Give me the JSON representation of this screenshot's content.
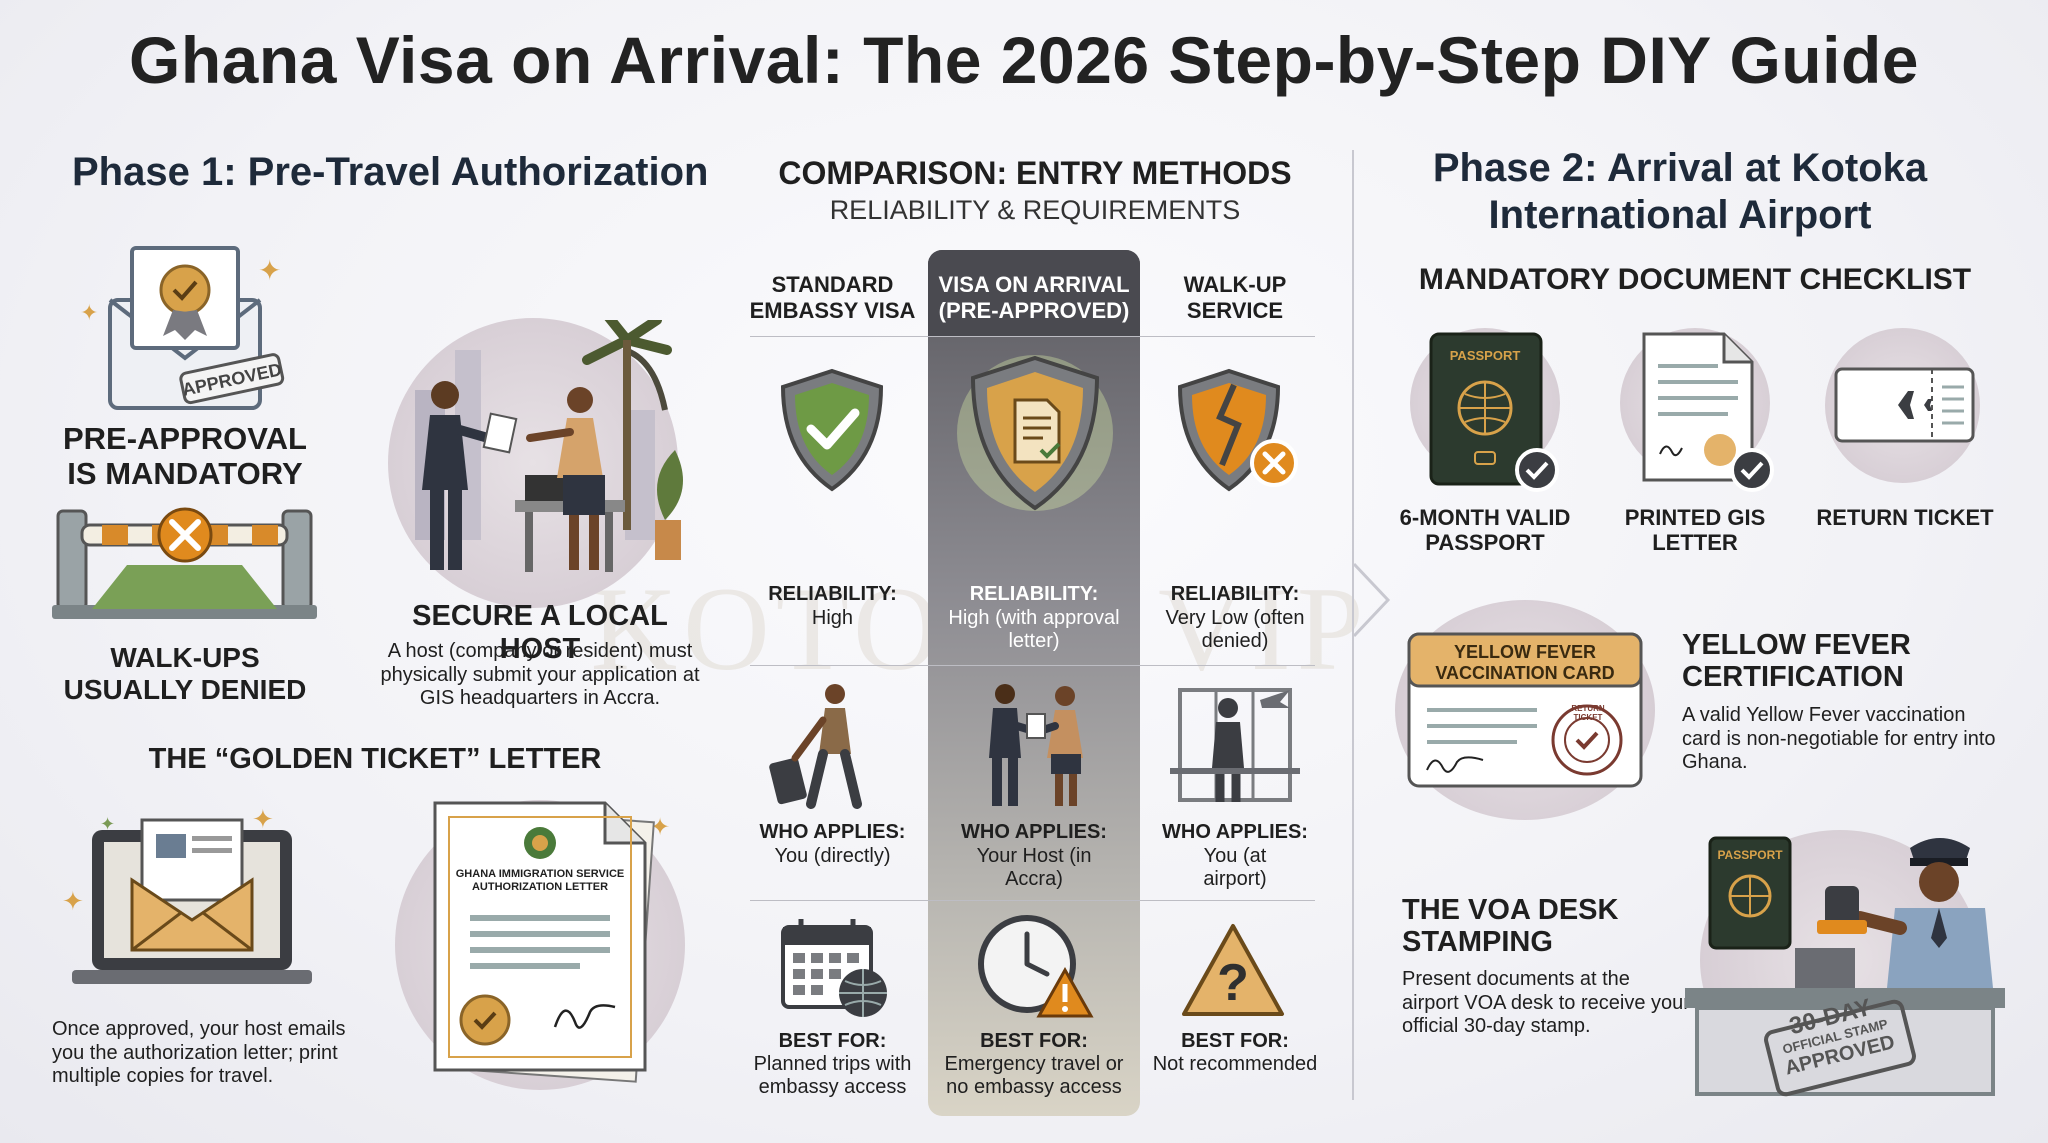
{
  "title": "Ghana Visa on Arrival: The 2026 Step-by-Step DIY Guide",
  "watermark": "KOTOKA VIP",
  "phase1": {
    "title": "Phase 1: Pre-Travel Authorization",
    "pre_approval": {
      "stamp": "APPROVED",
      "heading": "PRE-APPROVAL IS MANDATORY",
      "barrier_caption": "WALK-UPS USUALLY DENIED"
    },
    "host": {
      "heading": "SECURE A LOCAL HOST",
      "text": "A host (company or resident) must physically submit your application at GIS headquarters in Accra."
    },
    "golden": {
      "heading": "THE “GOLDEN TICKET” LETTER",
      "text": "Once approved, your host emails you the authorization letter; print multiple copies for travel.",
      "letter_title": "GHANA IMMIGRATION SERVICE AUTHORIZATION LETTER"
    }
  },
  "comparison": {
    "title": "COMPARISON: ENTRY METHODS",
    "subtitle": "RELIABILITY & REQUIREMENTS",
    "columns": [
      {
        "head": "STANDARD EMBASSY VISA",
        "rel_label": "RELIABILITY:",
        "rel_value": "High",
        "who_label": "WHO APPLIES:",
        "who_value": "You (directly)",
        "best_label": "BEST FOR:",
        "best_value": "Planned trips with embassy access"
      },
      {
        "head": "VISA ON ARRIVAL (PRE-APPROVED)",
        "rel_label": "RELIABILITY:",
        "rel_value": "High (with approval letter)",
        "who_label": "WHO APPLIES:",
        "who_value": "Your Host (in Accra)",
        "best_label": "BEST FOR:",
        "best_value": "Emergency travel or no embassy access"
      },
      {
        "head": "WALK-UP SERVICE",
        "rel_label": "RELIABILITY:",
        "rel_value": "Very Low (often denied)",
        "who_label": "WHO APPLIES:",
        "who_value": "You (at airport)",
        "best_label": "BEST FOR:",
        "best_value": "Not recommended"
      }
    ]
  },
  "phase2": {
    "title": "Phase 2: Arrival at Kotoka International Airport",
    "checklist_title": "MANDATORY DOCUMENT CHECKLIST",
    "items": [
      {
        "label": "6-MONTH VALID PASSPORT",
        "icon_text": "PASSPORT"
      },
      {
        "label": "PRINTED GIS LETTER"
      },
      {
        "label": "RETURN TICKET"
      }
    ],
    "yellow_fever": {
      "card_title": "YELLOW FEVER VACCINATION CARD",
      "card_stamp": "RETURN TICKET",
      "heading": "YELLOW FEVER CERTIFICATION",
      "text": "A valid Yellow Fever vaccination card is non-negotiable for entry into Ghana."
    },
    "voa_desk": {
      "heading": "THE VOA DESK STAMPING",
      "text": "Present documents at the airport VOA desk to receive your official 30-day stamp.",
      "passport_text": "PASSPORT",
      "stamp_line1": "30-DAY",
      "stamp_line2": "OFFICIAL STAMP",
      "stamp_line3": "APPROVED"
    }
  },
  "colors": {
    "gold": "#d8a24a",
    "green": "#6e9a45",
    "dark": "#3b3d42",
    "orange": "#e08a1e",
    "navy": "#1e2a3a"
  }
}
